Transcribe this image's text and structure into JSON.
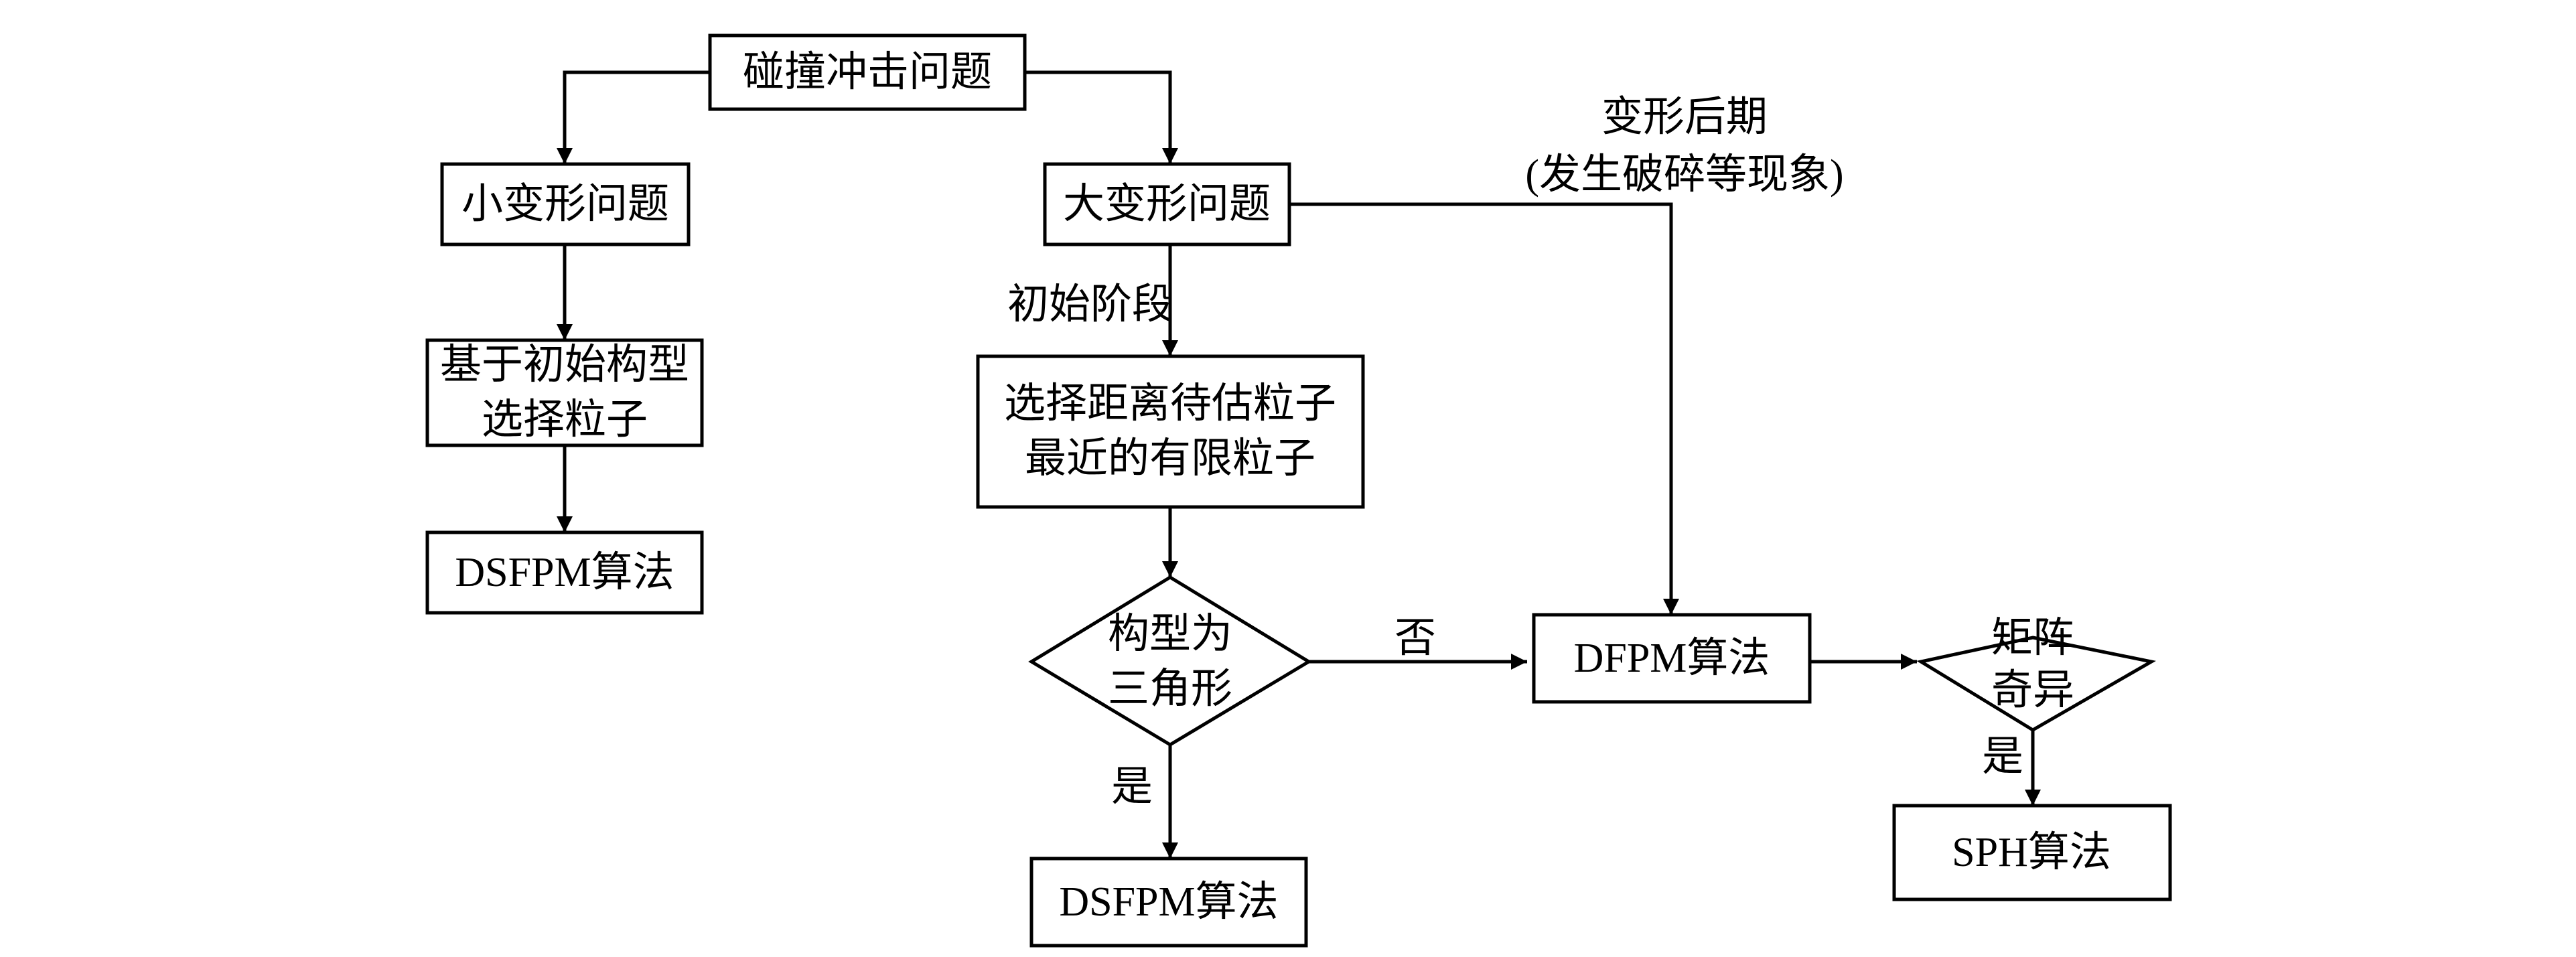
{
  "nodes": {
    "root": [
      "碰撞冲击问题"
    ],
    "small_deform": [
      "小变形问题"
    ],
    "large_deform": [
      "大变形问题"
    ],
    "select_initial": [
      "基于初始构型",
      "选择粒子"
    ],
    "dsfpm_left": [
      "DSFPM算法"
    ],
    "select_nearest": [
      "选择距离待估粒子",
      "最近的有限粒子"
    ],
    "triangle_decision": [
      "构型为",
      "三角形"
    ],
    "dsfpm_bottom": [
      "DSFPM算法"
    ],
    "dfpm": [
      "DFPM算法"
    ],
    "matrix_decision": [
      "矩阵",
      "奇异"
    ],
    "sph": [
      "SPH算法"
    ]
  },
  "edge_labels": {
    "initial_stage": "初始阶段",
    "late_stage": [
      "变形后期",
      "(发生破碎等现象)"
    ],
    "no": "否",
    "yes_triangle": "是",
    "yes_matrix": "是"
  }
}
